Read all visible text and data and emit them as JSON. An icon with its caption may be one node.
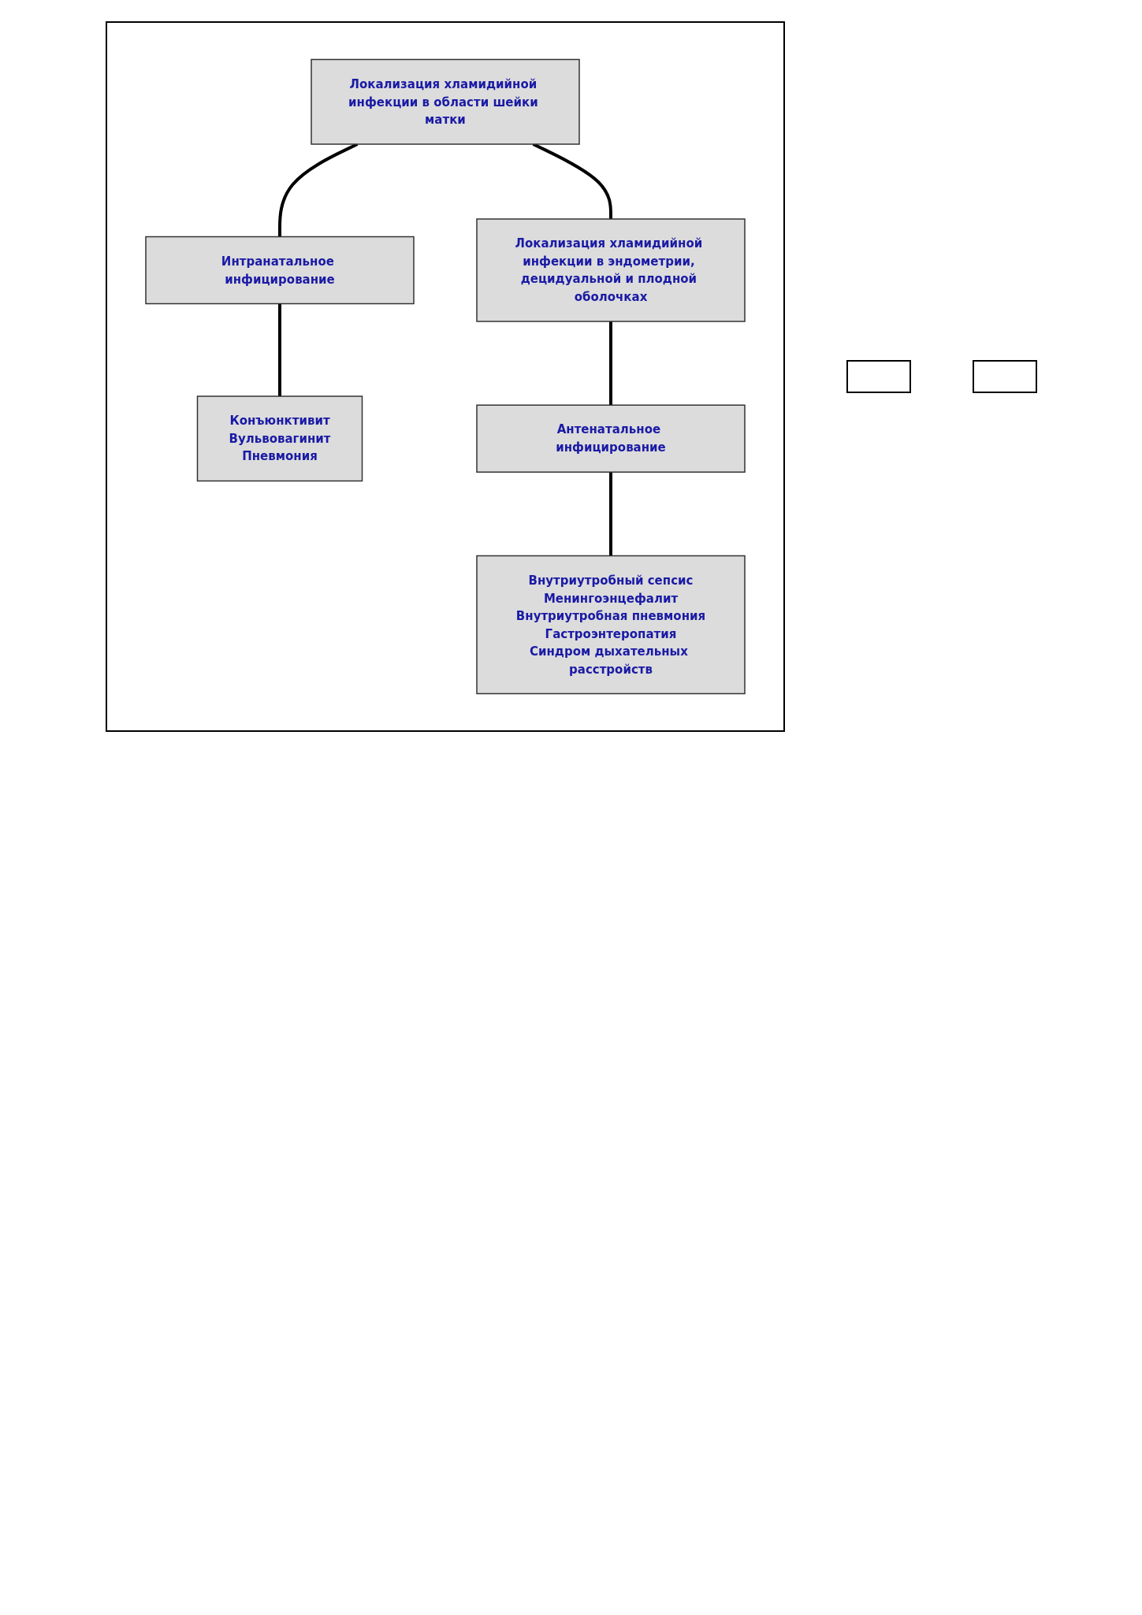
{
  "diagram": {
    "nodes": [
      {
        "text": [],
        "shape": "box"
      },
      {
        "text": [
          "Локализация хламидийной инфекции в области шейки матки"
        ],
        "in": 0
      },
      {
        "text": [
          "Интранатальное инфицирование"
        ],
        "in": 0
      },
      {
        "text": [
          "Конъюнктивит",
          "Вульвовагинит",
          "Пневмония"
        ],
        "in": 0
      },
      {
        "text": [
          "Локализация хламидийной инфекции в эндометрии, децидуальной и плодной оболочках"
        ],
        "in": 0
      },
      {
        "text": [
          "Антенатальное инфицирование"
        ],
        "in": 0
      },
      {
        "text": [
          "Внутриутробный сепсис",
          "Менингоэнцефалит",
          "Внутриутробная пневмония",
          "Гастроэнтеропатия",
          "Синдром дыхательных расстройств"
        ],
        "in": 0
      },
      {
        "text": [],
        "shape": "box"
      },
      {
        "text": [],
        "shape": "box"
      }
    ],
    "edges": [
      {
        "from": 1,
        "to": 4,
        "arrow": "none"
      },
      {
        "from": 1,
        "to": 2,
        "arrow": "none"
      },
      {
        "from": 2,
        "to": 3,
        "arrow": "none"
      },
      {
        "from": 4,
        "to": 5,
        "arrow": "none"
      },
      {
        "from": 5,
        "to": 6,
        "arrow": "none"
      }
    ]
  }
}
